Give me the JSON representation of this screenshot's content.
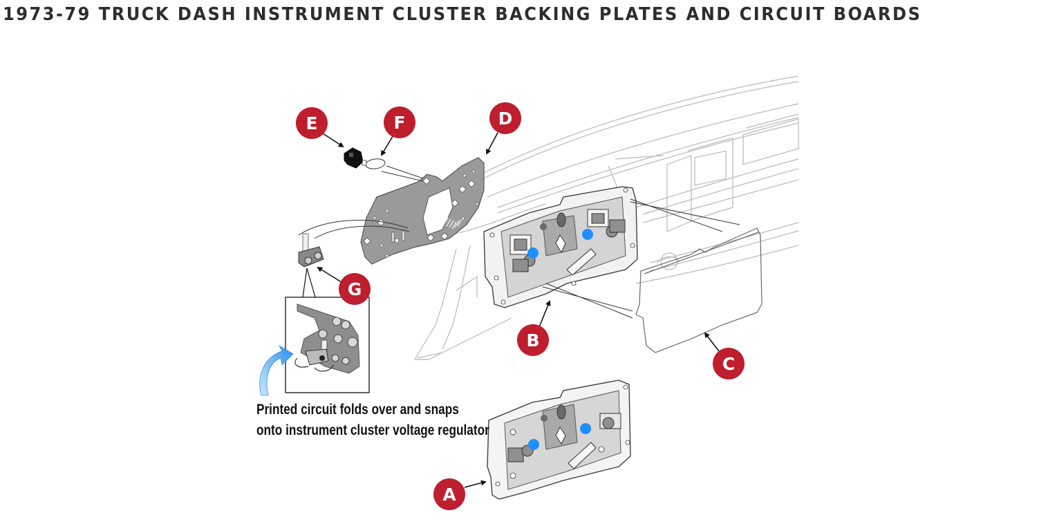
{
  "header": {
    "title": "1973-79 TRUCK DASH INSTRUMENT CLUSTER BACKING PLATES AND CIRCUIT BOARDS"
  },
  "diagram": {
    "type": "exploded-parts-view",
    "subject": "1973-79 truck dash with instrument cluster components",
    "callout_color": "#be1e2d",
    "callout_text_color": "#ffffff",
    "highlight_color": "#1e90ff",
    "callouts": [
      {
        "letter": "A",
        "part": "instrument cluster housing (assembled)"
      },
      {
        "letter": "B",
        "part": "instrument cluster housing (installed in dash)"
      },
      {
        "letter": "C",
        "part": "cluster lens / bezel plate"
      },
      {
        "letter": "D",
        "part": "printed circuit backing plate"
      },
      {
        "letter": "E",
        "part": "bulb socket"
      },
      {
        "letter": "F",
        "part": "bulb"
      },
      {
        "letter": "G",
        "part": "instrument cluster voltage regulator"
      }
    ],
    "inset": {
      "description": "detail of printed circuit snapping onto voltage regulator",
      "arrow_icon": "curved-arrow-icon"
    }
  },
  "caption": {
    "line1": "Printed circuit folds over and snaps",
    "line2": "onto instrument cluster voltage regulator"
  }
}
